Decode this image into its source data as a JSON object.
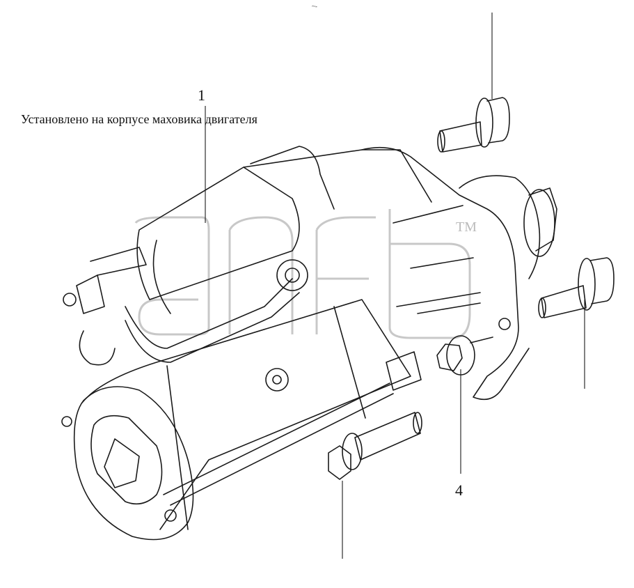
{
  "figure": {
    "note": "Установлено на корпусе маховика двигателя",
    "top_mark": "~-",
    "watermark_tm": "TM"
  },
  "callouts": [
    {
      "id": "1",
      "label": "1"
    },
    {
      "id": "4",
      "label": "4"
    }
  ]
}
